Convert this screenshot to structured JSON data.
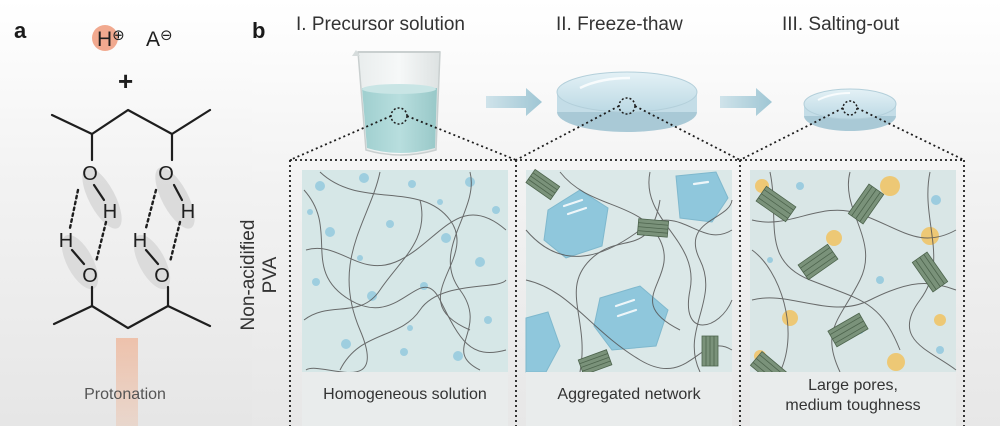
{
  "panel_a": {
    "letter": "a",
    "proton": "H",
    "proton_charge": "⊕",
    "anion": "A",
    "anion_charge": "⊖",
    "plus": "+",
    "atoms": {
      "o1": "O",
      "h1": "H",
      "o2": "O",
      "h2": "H",
      "h3": "H",
      "o3": "O",
      "h4": "H",
      "o4": "O"
    },
    "caption": "Protonation"
  },
  "panel_b": {
    "letter": "b",
    "stages": [
      {
        "title": "I. Precursor solution",
        "caption": "Homogeneous solution"
      },
      {
        "title": "II. Freeze-thaw",
        "caption": "Aggregated network"
      },
      {
        "title": "III. Salting-out",
        "caption_line1": "Large pores,",
        "caption_line2": "medium toughness"
      }
    ],
    "row_label_line1": "Non-acidified",
    "row_label_line2": "PVA"
  },
  "colors": {
    "solution_blue": "#a8d6d6",
    "ice_blue": "#8fc7dc",
    "crystallite_green": "#6e8a6a",
    "salt_orange": "#f2c15a",
    "particle_blue": "#8cc6dd",
    "protonation_orange": "#f1a98f"
  }
}
